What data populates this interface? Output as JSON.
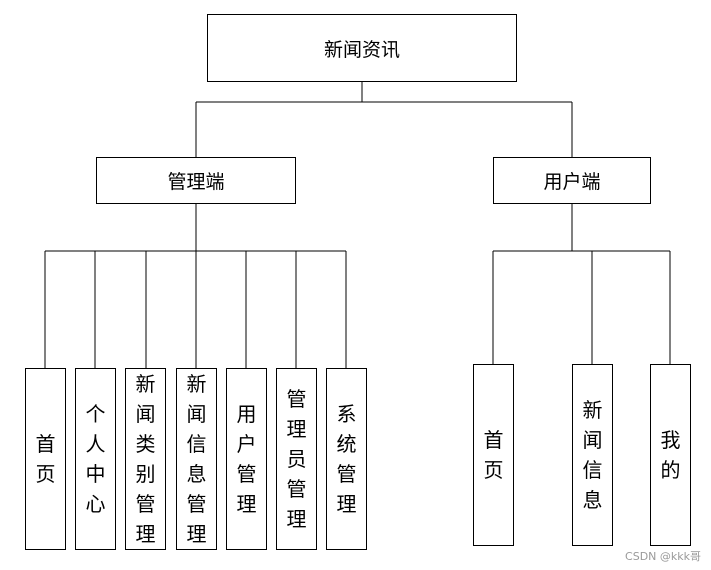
{
  "root": {
    "label": "新闻资讯"
  },
  "branches": [
    {
      "label": "管理端",
      "children": [
        "首页",
        "个人中心",
        "新闻类别管理",
        "新闻信息管理",
        "用户管理",
        "管理员管理",
        "系统管理"
      ]
    },
    {
      "label": "用户端",
      "children": [
        "首页",
        "新闻信息",
        "我的"
      ]
    }
  ],
  "watermark": "CSDN @kkk哥"
}
